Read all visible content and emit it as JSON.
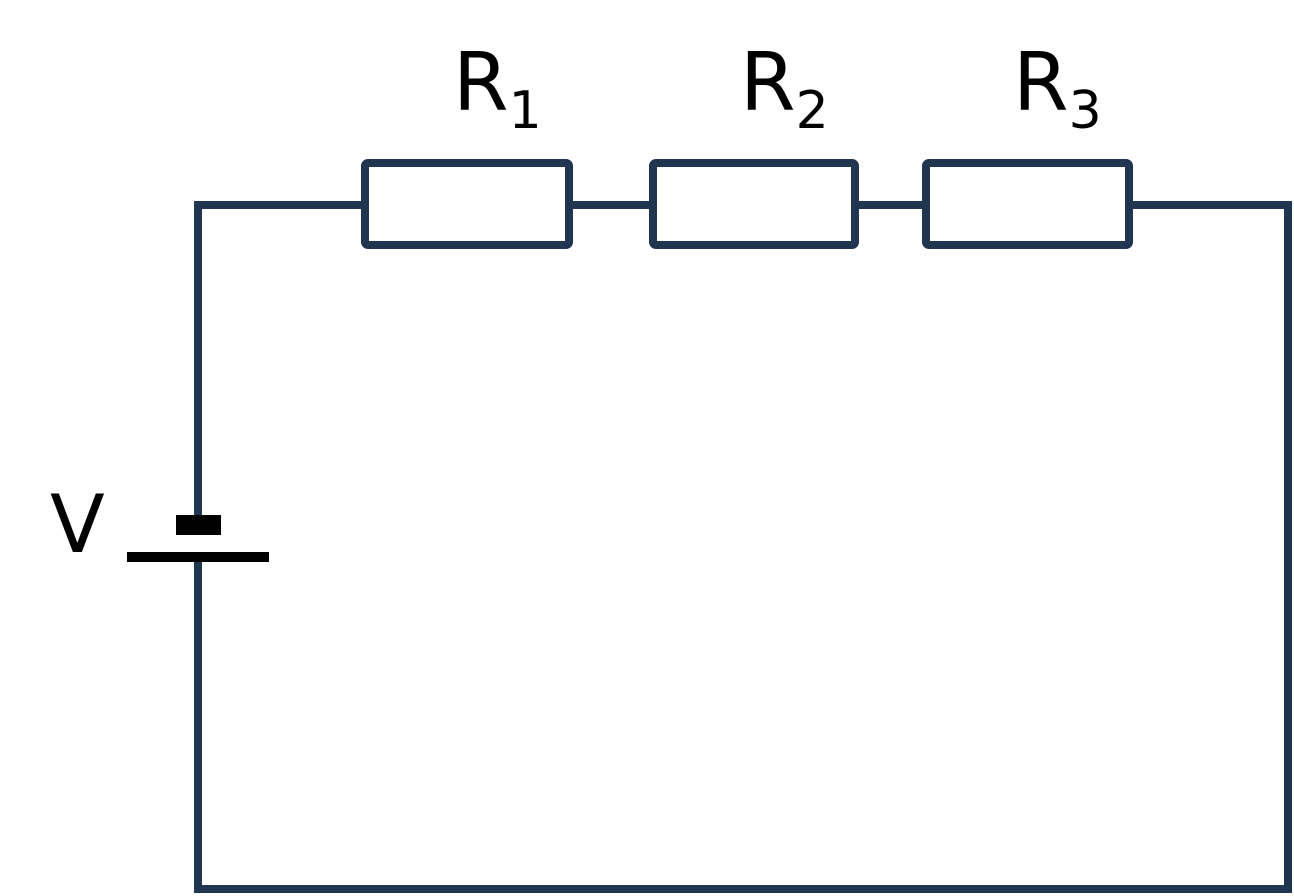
{
  "colors": {
    "wire": "#1f3550",
    "battery": "#000000",
    "text": "#000000",
    "background": "#ffffff"
  },
  "battery": {
    "label": "V"
  },
  "resistors": [
    {
      "letter": "R",
      "subscript": "1"
    },
    {
      "letter": "R",
      "subscript": "2"
    },
    {
      "letter": "R",
      "subscript": "3"
    }
  ]
}
